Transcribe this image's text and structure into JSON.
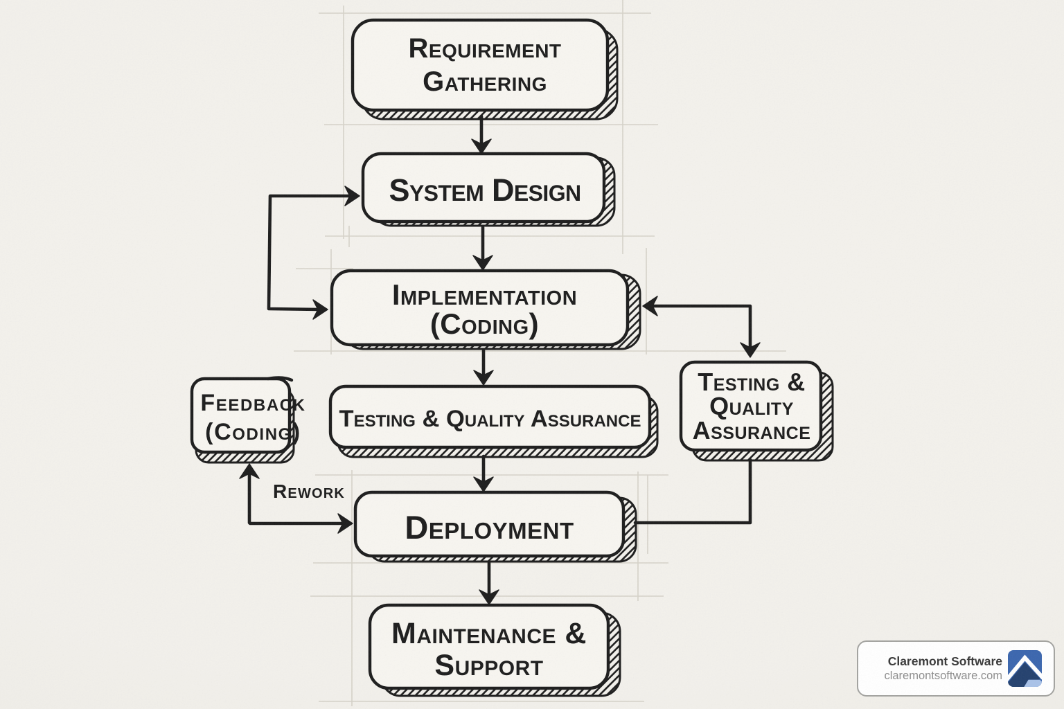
{
  "palette": {
    "paper": "#f2f0eb",
    "box_fill": "#f7f5f0",
    "ink": "#1d1d1d",
    "guide": "#b5b0a2",
    "card_border": "#a3a3a0",
    "card_title_color": "#3a3a3a",
    "card_url_color": "#8d8d8d",
    "logo_blue": "#3b66ae",
    "logo_navy": "#24416e",
    "logo_light_blue": "#a9c2e8"
  },
  "diagram": {
    "nodes": [
      {
        "id": "requirement-gathering",
        "label": "Requirement Gathering",
        "lines": [
          "Requirement",
          "Gathering"
        ]
      },
      {
        "id": "system-design",
        "label": "System Design",
        "lines": [
          "System Design"
        ]
      },
      {
        "id": "implementation",
        "label": "Implementation (Coding)",
        "lines": [
          "Implementation",
          "(Coding)"
        ]
      },
      {
        "id": "testing-qa",
        "label": "Testing & Quality Assurance",
        "lines": [
          "Testing & Quality Assurance"
        ]
      },
      {
        "id": "deployment",
        "label": "Deployment",
        "lines": [
          "Deployment"
        ]
      },
      {
        "id": "maintenance-support",
        "label": "Maintenance & Support",
        "lines": [
          "Maintenance &",
          "Support"
        ]
      },
      {
        "id": "feedback-coding",
        "label": "Feedback (Coding)",
        "lines": [
          "Feedback",
          "(Coding)"
        ]
      },
      {
        "id": "testing-qa-side",
        "label": "Testing & Quality Assurance",
        "lines": [
          "Testing &",
          "Quality",
          "Assurance"
        ]
      }
    ],
    "edge_label": "Rework"
  },
  "watermark": {
    "title": "Claremont Software",
    "url": "claremontsoftware.com"
  }
}
